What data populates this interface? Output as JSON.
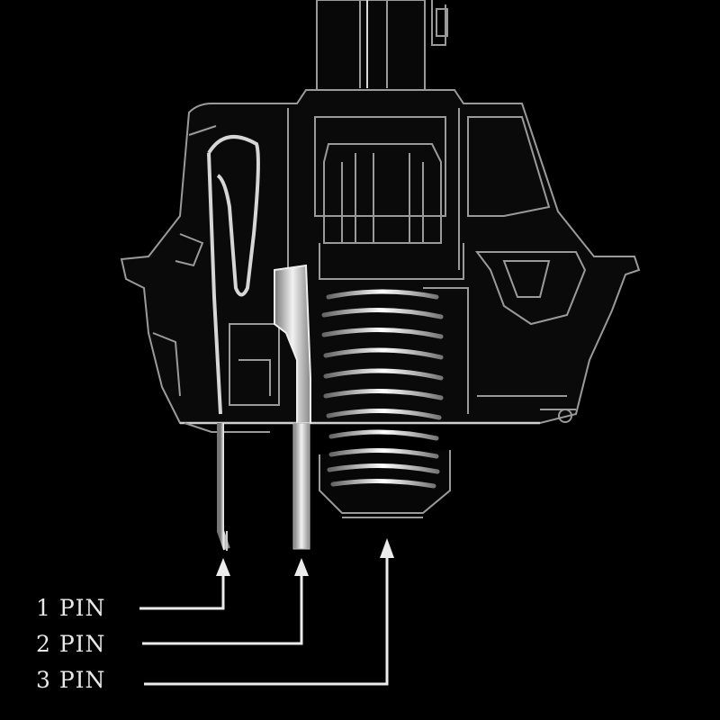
{
  "labels": {
    "pin1": "1 PIN",
    "pin2": "2 PIN",
    "pin3": "3 PIN"
  },
  "colors": {
    "background": "#000000",
    "outline": "#9a9a9a",
    "metal": "#d4d4d4",
    "text": "#e8e8e8"
  }
}
